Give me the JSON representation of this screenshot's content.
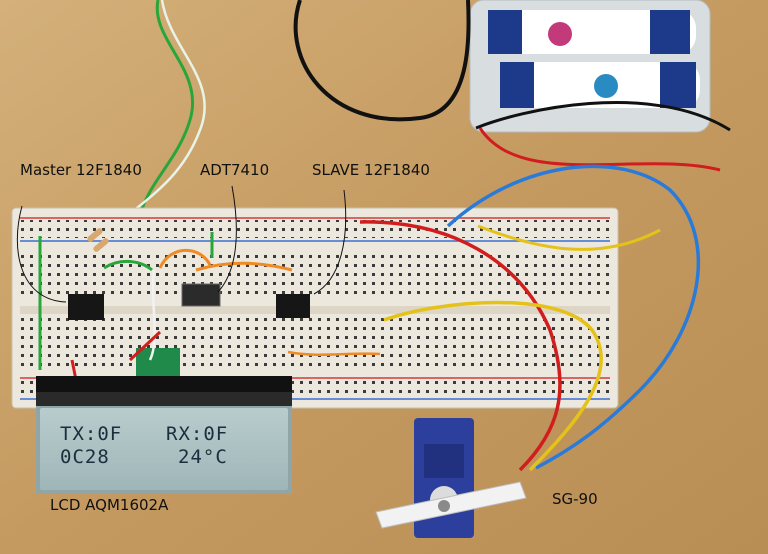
{
  "labels": {
    "master": "Master 12F1840",
    "sensor": "ADT7410",
    "slave": "SLAVE 12F1840",
    "lcd": "LCD  AQM1602A",
    "servo": "SG-90"
  },
  "lcd_display": {
    "line1_left": "TX:0F",
    "line1_right": "RX:0F",
    "line2_left": "0C28",
    "line2_right": "24°C"
  },
  "colors": {
    "desk": "#c9a36b",
    "breadboard": "#ece8de",
    "lcd_screen": "#a9bec0",
    "lcd_text": "#1a2e3e",
    "rail_red": "#d43a3a",
    "rail_blue": "#3a6fd4",
    "wire_red": "#d11d1d",
    "wire_blue": "#2a7bd9",
    "wire_yellow": "#e4c21a",
    "wire_green": "#27a63a",
    "wire_black": "#111111",
    "wire_orange": "#f08a24",
    "servo_blue": "#2d3f9c"
  }
}
